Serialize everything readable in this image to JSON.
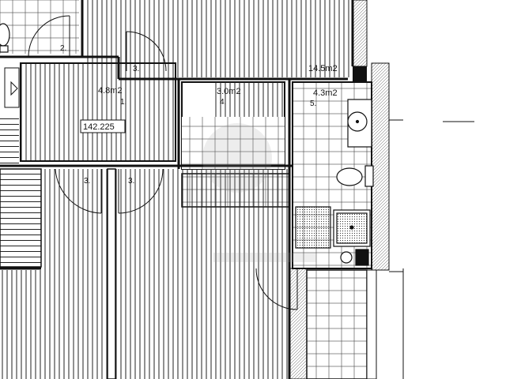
{
  "plan": {
    "room_labels": [
      {
        "id": "room-2-number",
        "text": "2."
      },
      {
        "id": "room-3-top-number",
        "text": "3."
      },
      {
        "id": "room-1-area",
        "text": "4.8m2"
      },
      {
        "id": "room-1-number",
        "text": "1."
      },
      {
        "id": "room-1-elevation",
        "text": "142.225"
      },
      {
        "id": "room-4-area",
        "text": "3.0m2"
      },
      {
        "id": "room-4-number",
        "text": "4."
      },
      {
        "id": "room-5-area",
        "text": "4.3m2"
      },
      {
        "id": "room-5-number",
        "text": "5."
      },
      {
        "id": "living-area",
        "text": "14.5m2"
      },
      {
        "id": "room-3-left-number",
        "text": "3."
      },
      {
        "id": "room-3-right-number",
        "text": "3."
      }
    ],
    "colors": {
      "line": "#111111",
      "hatch": "#222222",
      "wall_fill": "#e6e6e6",
      "background": "#ffffff"
    }
  }
}
